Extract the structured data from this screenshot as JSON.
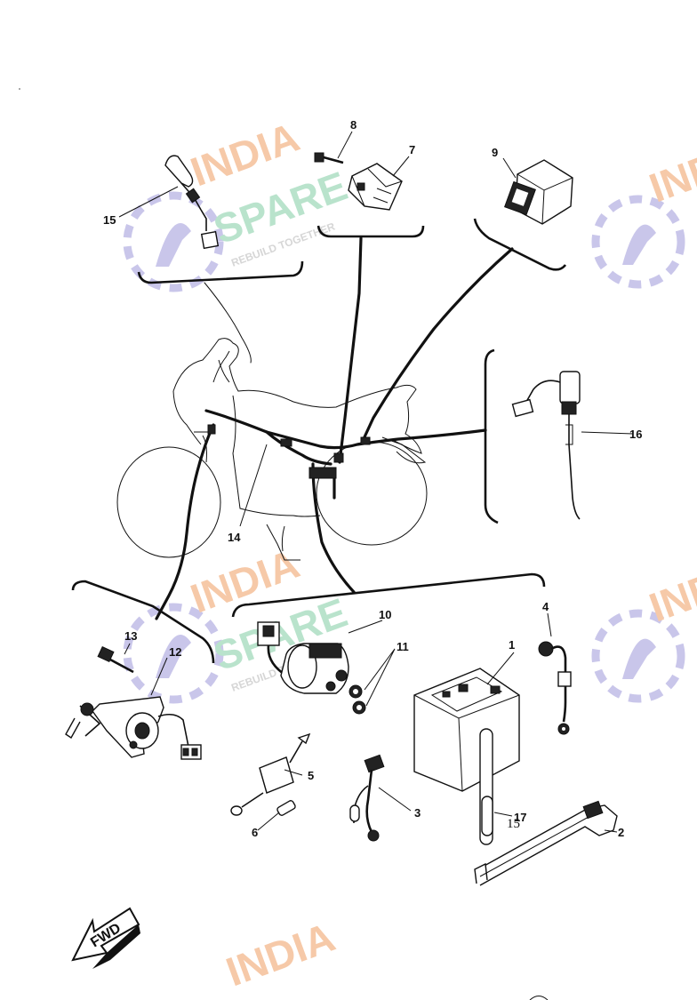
{
  "watermark": {
    "brand_line1": "INDIA",
    "brand_line2": "SPARE",
    "tagline": "REBUILD TOGETHER",
    "color_orange": "#f6c9a8",
    "color_green": "#b9e3cc",
    "color_blue": "#c9c6ea"
  },
  "callouts": [
    {
      "id": "1",
      "label": "1"
    },
    {
      "id": "2",
      "label": "2"
    },
    {
      "id": "3",
      "label": "3"
    },
    {
      "id": "4",
      "label": "4"
    },
    {
      "id": "5",
      "label": "5"
    },
    {
      "id": "6",
      "label": "6"
    },
    {
      "id": "7",
      "label": "7"
    },
    {
      "id": "8",
      "label": "8"
    },
    {
      "id": "9",
      "label": "9"
    },
    {
      "id": "10",
      "label": "10"
    },
    {
      "id": "11",
      "label": "11"
    },
    {
      "id": "12",
      "label": "12"
    },
    {
      "id": "13",
      "label": "13"
    },
    {
      "id": "14",
      "label": "14"
    },
    {
      "id": "15",
      "label": "15"
    },
    {
      "id": "16",
      "label": "16"
    },
    {
      "id": "17",
      "label": "17"
    },
    {
      "id": "15b",
      "label": "15"
    }
  ],
  "fwd_label": "FWD",
  "parts": {
    "battery": "battery-icon",
    "starter_relay": "starter-relay-icon",
    "rectifier": "rectifier-regulator-icon",
    "ignition_switch": "ignition-switch-icon"
  }
}
